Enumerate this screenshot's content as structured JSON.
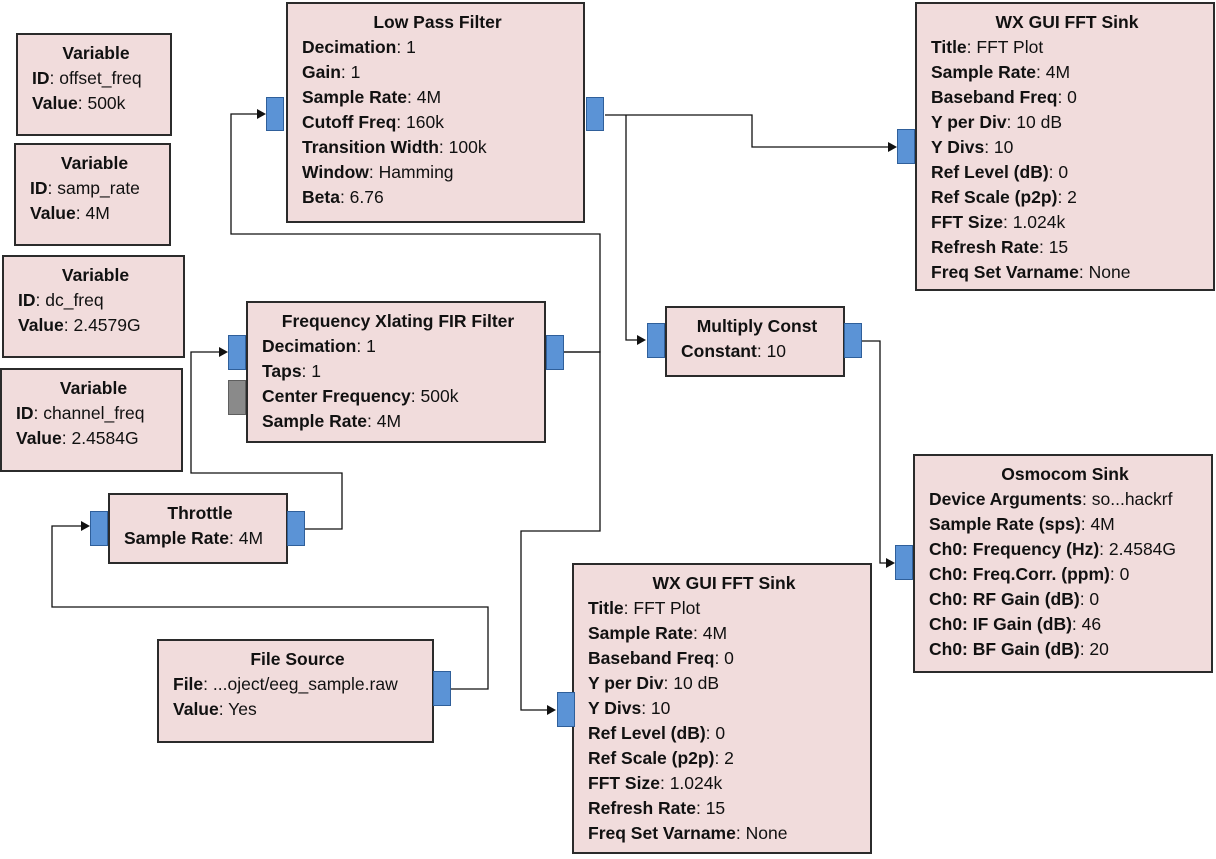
{
  "variables": [
    {
      "title": "Variable",
      "props": [
        {
          "k": "ID",
          "v": "offset_freq"
        },
        {
          "k": "Value",
          "v": "500k"
        }
      ]
    },
    {
      "title": "Variable",
      "props": [
        {
          "k": "ID",
          "v": "samp_rate"
        },
        {
          "k": "Value",
          "v": "4M"
        }
      ]
    },
    {
      "title": "Variable",
      "props": [
        {
          "k": "ID",
          "v": "dc_freq"
        },
        {
          "k": "Value",
          "v": "2.4579G"
        }
      ]
    },
    {
      "title": "Variable",
      "props": [
        {
          "k": "ID",
          "v": "channel_freq"
        },
        {
          "k": "Value",
          "v": "2.4584G"
        }
      ]
    }
  ],
  "low_pass_filter": {
    "title": "Low Pass Filter",
    "props": [
      {
        "k": "Decimation",
        "v": "1"
      },
      {
        "k": "Gain",
        "v": "1"
      },
      {
        "k": "Sample Rate",
        "v": "4M"
      },
      {
        "k": "Cutoff Freq",
        "v": "160k"
      },
      {
        "k": "Transition Width",
        "v": "100k"
      },
      {
        "k": "Window",
        "v": "Hamming"
      },
      {
        "k": "Beta",
        "v": "6.76"
      }
    ]
  },
  "fft_sink_top": {
    "title": "WX GUI FFT Sink",
    "props": [
      {
        "k": "Title",
        "v": "FFT Plot"
      },
      {
        "k": "Sample Rate",
        "v": "4M"
      },
      {
        "k": "Baseband Freq",
        "v": "0"
      },
      {
        "k": "Y per Div",
        "v": "10 dB"
      },
      {
        "k": "Y Divs",
        "v": "10"
      },
      {
        "k": "Ref Level (dB)",
        "v": "0"
      },
      {
        "k": "Ref Scale (p2p)",
        "v": "2"
      },
      {
        "k": "FFT Size",
        "v": "1.024k"
      },
      {
        "k": "Refresh Rate",
        "v": "15"
      },
      {
        "k": "Freq Set Varname",
        "v": "None"
      }
    ]
  },
  "xlating_filter": {
    "title": "Frequency Xlating FIR Filter",
    "props": [
      {
        "k": "Decimation",
        "v": "1"
      },
      {
        "k": "Taps",
        "v": "1"
      },
      {
        "k": "Center Frequency",
        "v": "500k"
      },
      {
        "k": "Sample Rate",
        "v": "4M"
      }
    ]
  },
  "multiply_const": {
    "title": "Multiply Const",
    "props": [
      {
        "k": "Constant",
        "v": "10"
      }
    ]
  },
  "throttle": {
    "title": "Throttle",
    "props": [
      {
        "k": "Sample Rate",
        "v": "4M"
      }
    ]
  },
  "osmocom_sink": {
    "title": "Osmocom Sink",
    "props": [
      {
        "k": "Device Arguments",
        "v": "so...hackrf"
      },
      {
        "k": "Sample Rate (sps)",
        "v": "4M"
      },
      {
        "k": "Ch0: Frequency (Hz)",
        "v": "2.4584G"
      },
      {
        "k": "Ch0: Freq.Corr. (ppm)",
        "v": "0"
      },
      {
        "k": "Ch0: RF Gain (dB)",
        "v": "0"
      },
      {
        "k": "Ch0: IF Gain (dB)",
        "v": "46"
      },
      {
        "k": "Ch0: BF Gain (dB)",
        "v": "20"
      }
    ]
  },
  "file_source": {
    "title": "File Source",
    "props": [
      {
        "k": "File",
        "v": "...oject/eeg_sample.raw"
      },
      {
        "k": "Value",
        "v": "Yes"
      }
    ]
  },
  "fft_sink_bottom": {
    "title": "WX GUI FFT Sink",
    "props": [
      {
        "k": "Title",
        "v": "FFT Plot"
      },
      {
        "k": "Sample Rate",
        "v": "4M"
      },
      {
        "k": "Baseband Freq",
        "v": "0"
      },
      {
        "k": "Y per Div",
        "v": "10 dB"
      },
      {
        "k": "Y Divs",
        "v": "10"
      },
      {
        "k": "Ref Level (dB)",
        "v": "0"
      },
      {
        "k": "Ref Scale (p2p)",
        "v": "2"
      },
      {
        "k": "FFT Size",
        "v": "1.024k"
      },
      {
        "k": "Refresh Rate",
        "v": "15"
      },
      {
        "k": "Freq Set Varname",
        "v": "None"
      }
    ]
  }
}
